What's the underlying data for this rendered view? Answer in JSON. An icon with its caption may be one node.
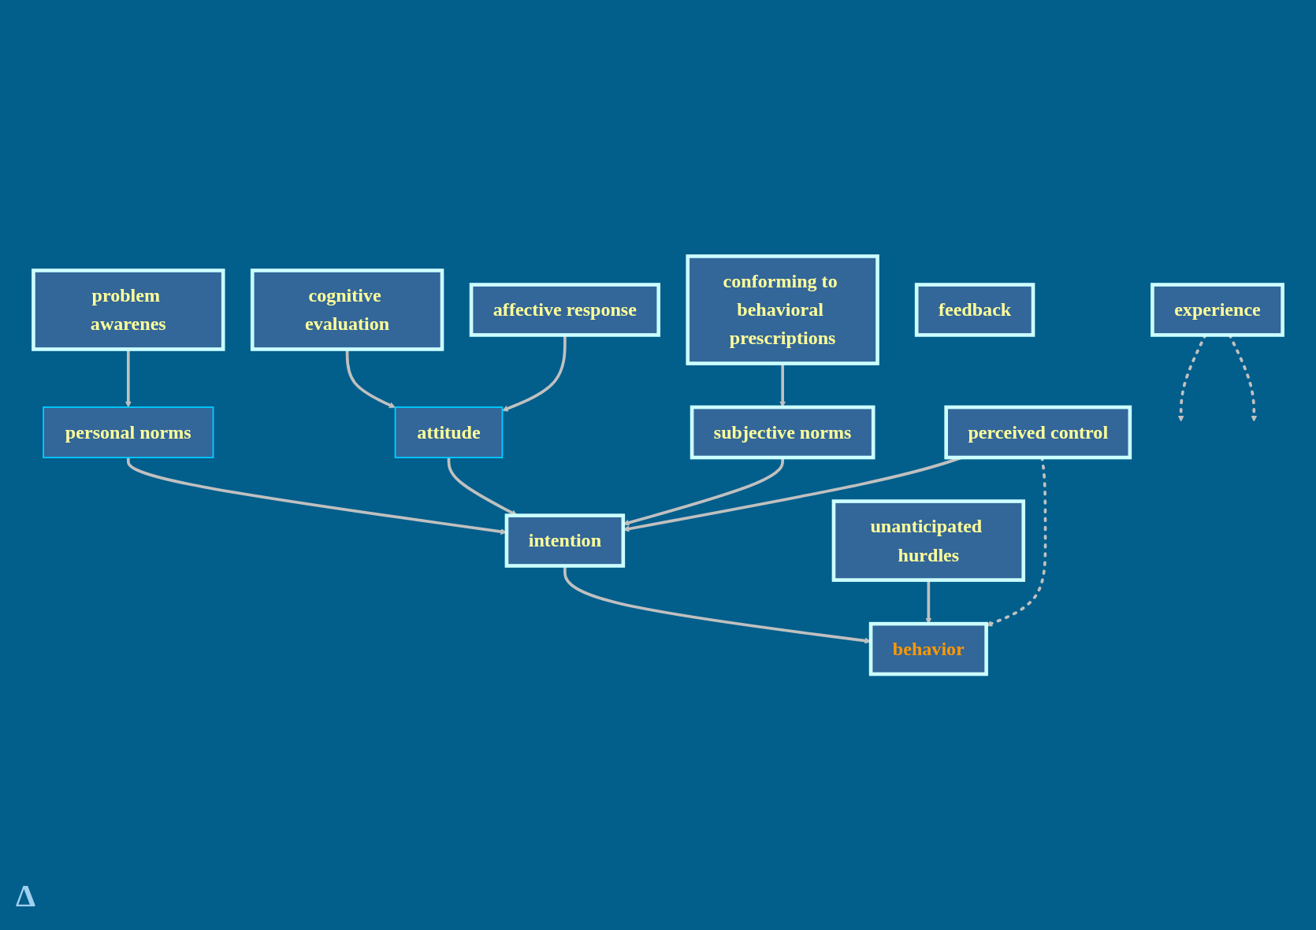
{
  "diagram": {
    "nodes": [
      {
        "text": [
          "problem awarenes"
        ]
      },
      {
        "text": [
          "cognitive evaluation"
        ]
      },
      {
        "text": [
          "affective response"
        ]
      },
      {
        "text": [
          "conforming to behavioral prescriptions"
        ]
      },
      {
        "text": [
          "attitude"
        ]
      },
      {
        "text": [
          "personal norms"
        ]
      },
      {
        "text": [
          "subjective norms"
        ]
      },
      {
        "text": [
          "perceived control"
        ]
      },
      {
        "text": [
          "intention"
        ]
      },
      {
        "text": [
          "unanticipated hurdles"
        ]
      },
      {
        "text": [
          "behavior"
        ]
      },
      {
        "text": [
          "feedback"
        ]
      },
      {
        "text": [
          "experience"
        ]
      }
    ],
    "edges": [
      {
        "from": 0,
        "to": 5,
        "arrow": "to"
      },
      {
        "from": 1,
        "to": 4,
        "arrow": "to"
      },
      {
        "from": 2,
        "to": 4,
        "arrow": "to"
      },
      {
        "from": 3,
        "to": 6,
        "arrow": "to"
      },
      {
        "from": 5,
        "to": 8,
        "arrow": "to"
      },
      {
        "from": 4,
        "to": 8,
        "arrow": "to"
      },
      {
        "from": 6,
        "to": 8,
        "arrow": "to"
      },
      {
        "from": 7,
        "to": 8,
        "arrow": "to"
      },
      {
        "from": 7,
        "to": 10,
        "arrow": "to",
        "style": "dashed"
      },
      {
        "from": 8,
        "to": 10,
        "arrow": "to"
      },
      {
        "from": 9,
        "to": 10,
        "arrow": "to"
      },
      {
        "from": 12,
        "to": null,
        "arrow": "to",
        "style": "dashed"
      },
      {
        "from": 12,
        "to": null,
        "arrow": "to",
        "style": "dashed"
      }
    ],
    "labels": [
      "Δ"
    ]
  }
}
